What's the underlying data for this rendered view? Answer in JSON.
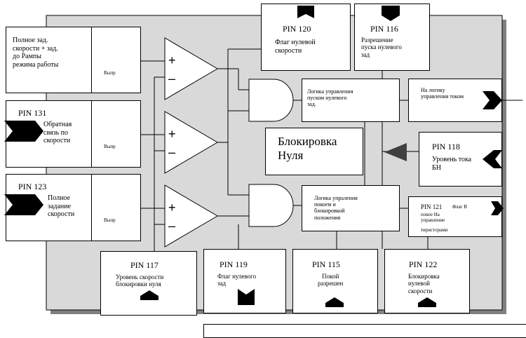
{
  "blocks": {
    "speed_setpoint": "Полное зад.\nскорости + зад.\nдо Рампы\nрежима работы",
    "rect_label": "Выпр",
    "pin131": "PIN 131",
    "pin131_desc": "Обратная\nсвязь по\nскорости",
    "pin123": "PIN 123",
    "pin123_desc": "Полное\nзадание\nскорости",
    "pin120": "PIN 120",
    "pin120_desc": "Флаг нулевой\nскорости",
    "pin116": "PIN 116",
    "pin116_desc": "Разрешение\nпуска нулевого\nзад",
    "start_logic": "Логика управления\nпуском нулевого\nзад.",
    "to_current_logic": "На логику\nуправления током",
    "zero_lock": "Блокировка\nНуля",
    "pin118": "PIN 118",
    "pin118_desc": "Уровень тока\nБН",
    "standby_logic": "Логика упраления\nпокоем и\nблокировкой\nположения",
    "pin121": "PIN 121",
    "pin121_desc1": "Флаг В",
    "pin121_desc2": "покое На\nуправление",
    "pin121_desc3": "тиристорами",
    "pin117": "PIN 117",
    "pin117_desc": "Уровень скорости\nблокировки нуля",
    "pin119": "PIN 119",
    "pin119_desc": "Флаг нулевого\nзад",
    "pin115": "PIN 115",
    "pin115_desc": "Покой\nразрешен",
    "pin122": "PIN 122",
    "pin122_desc": "Блокировка\nнулевой\nскорости"
  },
  "comparator_signs": {
    "plus": "+",
    "minus": "–"
  },
  "colors": {
    "panel": "#d9d9d9",
    "shadow": "#808080",
    "ink": "#000000",
    "arrow_fill": "#404040"
  }
}
